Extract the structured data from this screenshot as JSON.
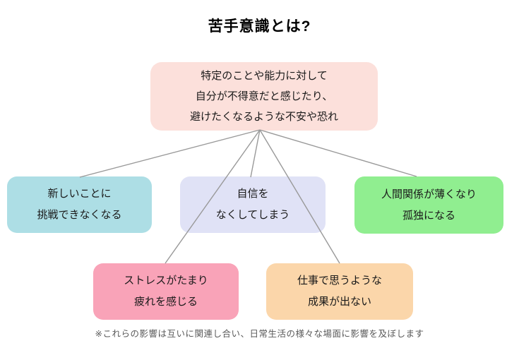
{
  "title": "苦手意識とは?",
  "root_box": {
    "line1": "特定のことや能力に対して",
    "line2": "自分が不得意だと感じたり、",
    "line3": "避けたくなるような不安や恐れ",
    "bg": "#fce0db"
  },
  "nodes": [
    {
      "line1": "新しいことに",
      "line2": "挑戦できなくなる",
      "bg": "#addee5"
    },
    {
      "line1": "自信を",
      "line2": "なくしてしまう",
      "bg": "#e0e2f6"
    },
    {
      "line1": "人間関係が薄くなり",
      "line2": "孤独になる",
      "bg": "#90ee90"
    },
    {
      "line1": "ストレスがたまり",
      "line2": "疲れを感じる",
      "bg": "#f9a3b8"
    },
    {
      "line1": "仕事で思うような",
      "line2": "成果が出ない",
      "bg": "#fbd6aa"
    }
  ],
  "footnote": "※これらの影響は互いに関連し合い、日常生活の様々な場面に影響を及ぼします",
  "colors": {
    "connector": "#999999",
    "title_text": "#000000",
    "body_text": "#1a1a1a",
    "footnote_text": "#595959",
    "background": "#ffffff"
  }
}
